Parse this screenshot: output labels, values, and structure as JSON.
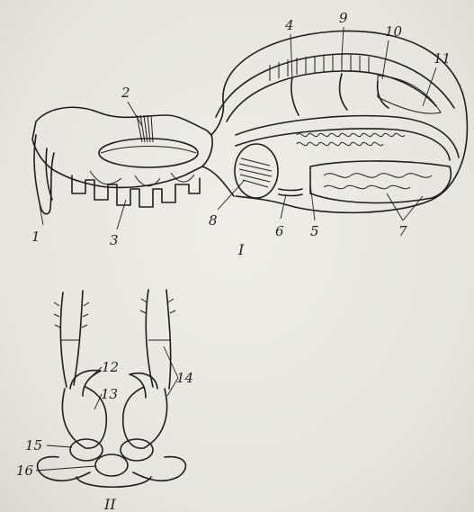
{
  "figure": {
    "section_labels": {
      "spider_section": "I",
      "chelicerae_view": "II"
    },
    "part_numbers": [
      "1",
      "2",
      "3",
      "4",
      "5",
      "6",
      "7",
      "8",
      "9",
      "10",
      "11",
      "12",
      "13",
      "14",
      "15",
      "16"
    ],
    "colors": {
      "paper": "#e9e8e2",
      "ink": "#1e1e1e"
    }
  }
}
